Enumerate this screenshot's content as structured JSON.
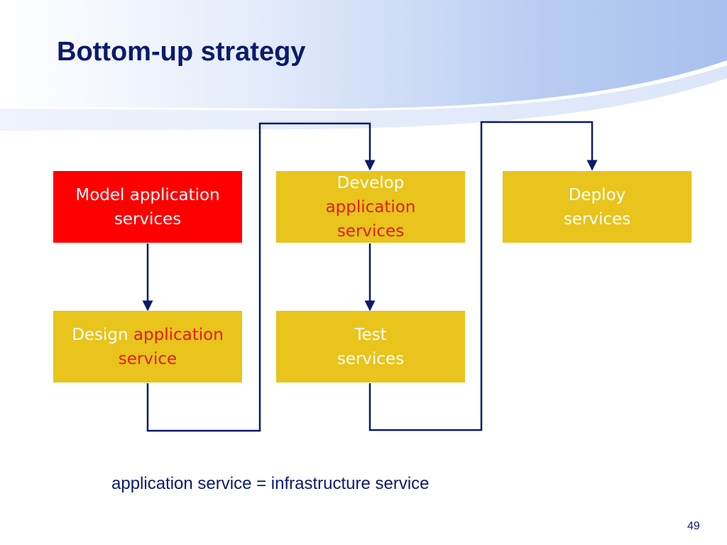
{
  "slide": {
    "title": "Bottom-up strategy",
    "footnote": "application service = infrastructure service",
    "page_number": "49"
  },
  "boxes": {
    "model": {
      "line1": "Model application",
      "line2": "services"
    },
    "develop": {
      "line1": "Develop",
      "line2": "application",
      "line3": "services"
    },
    "deploy": {
      "line1": "Deploy",
      "line2": "services"
    },
    "design": {
      "word1": "Design",
      "word2": "application",
      "line2": "service"
    },
    "test": {
      "line1": "Test",
      "line2": "services"
    }
  },
  "colors": {
    "title": "#0a1a6e",
    "connector": "#0a1a6e",
    "red_box": "#ff0000",
    "gold_box": "#e8c41c",
    "highlight_text": "#e41b1b",
    "box_text": "#ffffff"
  }
}
